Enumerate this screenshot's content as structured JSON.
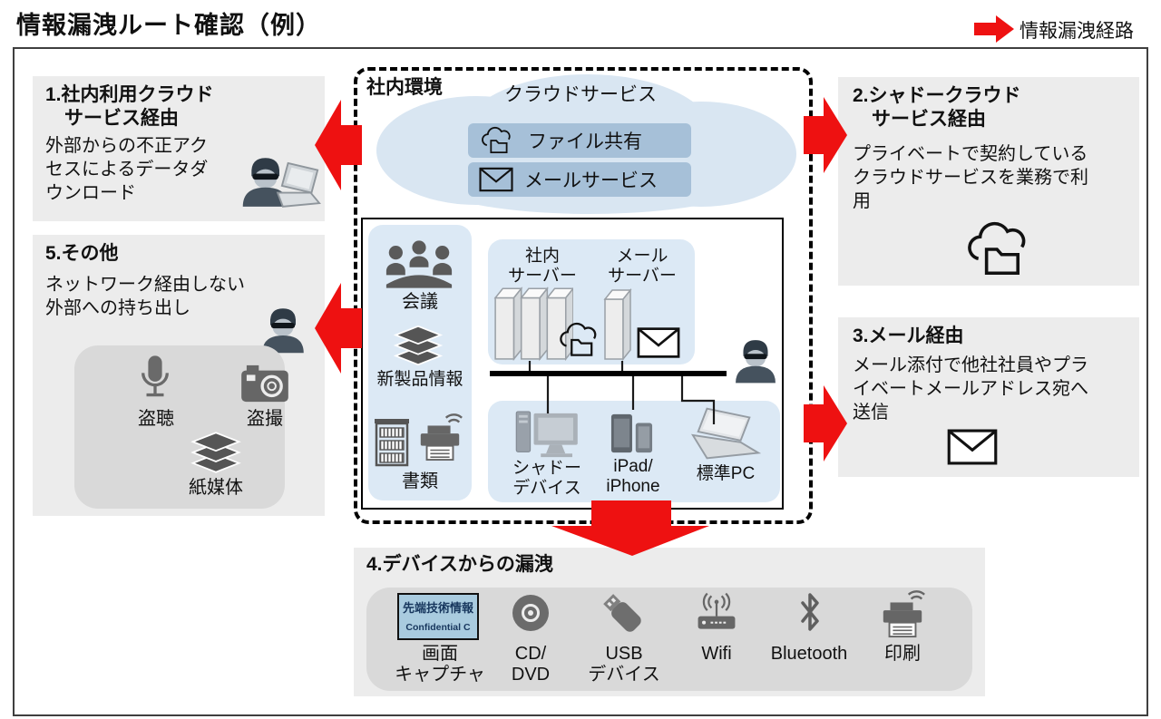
{
  "title": "情報漏洩ルート確認（例）",
  "legend": {
    "label": "情報漏洩経路"
  },
  "colors": {
    "accent_red": "#ee1111",
    "panel_gray": "#ececec",
    "inner_gray": "#d9d9d9",
    "cloud_blue": "#d9e6f2",
    "service_blue": "#a6c0d8",
    "light_blue": "#dce9f5",
    "icon_gray": "#666666",
    "screen_blue": "#a9cbdf",
    "screen_text": "#17365d"
  },
  "routes": {
    "r1": {
      "heading": "1.社内利用クラウド\n　サービス経由",
      "body": "外部からの不正アク\nセスによるデータダ\nウンロード"
    },
    "r2": {
      "heading": "2.シャドークラウド\n　サービス経由",
      "body": "プライベートで契約している\nクラウドサービスを業務で利\n用"
    },
    "r3": {
      "heading": "3.メール経由",
      "body": "メール添付で他社社員やプラ\nイベートメールアドレス宛へ\n送信"
    },
    "r4": {
      "heading": "4.デバイスからの漏洩",
      "screen": {
        "line1": "先端技術情報",
        "line2": "Confidential C"
      },
      "items": [
        {
          "label": "画面\nキャプチャ"
        },
        {
          "label": "CD/\nDVD"
        },
        {
          "label": "USB\nデバイス"
        },
        {
          "label": "Wifi"
        },
        {
          "label": "Bluetooth"
        },
        {
          "label": "印刷"
        }
      ]
    },
    "r5": {
      "heading": "5.その他",
      "body": "ネットワーク経由しない\n外部への持ち出し",
      "items": [
        {
          "label": "盗聴"
        },
        {
          "label": "盗撮"
        },
        {
          "label": "紙媒体"
        }
      ]
    }
  },
  "internal": {
    "label": "社内環境",
    "cloud": {
      "title": "クラウドサービス",
      "services": [
        {
          "label": "ファイル共有"
        },
        {
          "label": "メールサービス"
        }
      ]
    },
    "assets": [
      {
        "label": "会議"
      },
      {
        "label": "新製品情報"
      },
      {
        "label": "書類"
      }
    ],
    "servers": [
      {
        "label": "社内\nサーバー"
      },
      {
        "label": "メール\nサーバー"
      }
    ],
    "devices": [
      {
        "label": "シャドー\nデバイス"
      },
      {
        "label": "iPad/\niPhone"
      },
      {
        "label": "標準PC"
      }
    ]
  }
}
